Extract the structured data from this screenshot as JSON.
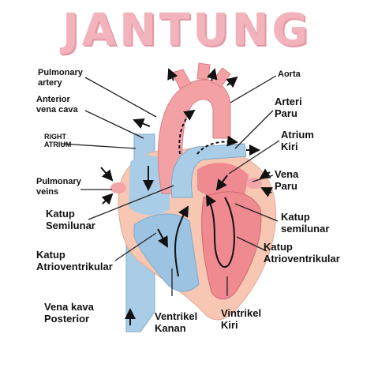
{
  "title": "JANTUNG",
  "labels": {
    "pulmonary_artery": [
      "Pulmonary",
      "artery"
    ],
    "anterior_vena_cava": [
      "Anterior",
      "vena cava"
    ],
    "right_atrium": [
      "RIGHT",
      "ATRIUM"
    ],
    "pulmonary_veins": [
      "Pulmonary",
      "veins"
    ],
    "katup_semilunar_left": [
      "Katup",
      "Semilunar"
    ],
    "katup_atrioventrikular_left": [
      "Katup",
      "Atrioventrikular"
    ],
    "vena_kava_posterior": [
      "Vena kava",
      "Posterior"
    ],
    "ventrikel_kanan": [
      "Ventrikel",
      "Kanan"
    ],
    "ventrikel_kiri": [
      "Vintrikel",
      "Kiri"
    ],
    "aorta": "Aorta",
    "arteri_paru": [
      "Arteri",
      "Paru"
    ],
    "atrium_kiri": [
      "Atrium",
      "Kiri"
    ],
    "vena_paru": [
      "Vena",
      "Paru"
    ],
    "katup_semilunar_right": [
      "Katup",
      "semilunar"
    ],
    "katup_atrioventrikular_right": [
      "Katup",
      "Atrioventrikular"
    ]
  },
  "colors": {
    "title": "#f2b3bd",
    "oxygenated": "#ee8a90",
    "deoxygenated": "#9cc4e2",
    "muscle": "#f6c6b0",
    "arrow": "#111111"
  }
}
